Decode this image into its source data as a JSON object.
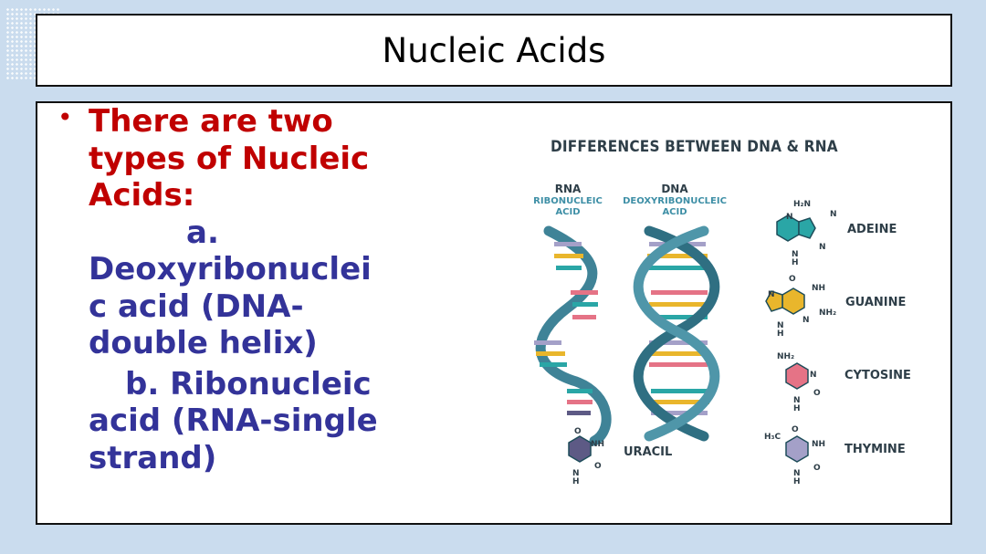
{
  "slide": {
    "title": "Nucleic Acids",
    "bullet": {
      "heading": "There are two types of Nucleic Acids:",
      "item_a_letter": "a.",
      "item_a_text": "Deoxyribonucleic acid (DNA-double helix)",
      "item_b_text": "b. Ribonucleic acid (RNA-single strand)"
    }
  },
  "figure": {
    "title": "DIFFERENCES BETWEEN DNA & RNA",
    "rna_label": "RNA",
    "rna_full": "RIBONUCLEIC ACID",
    "dna_label": "DNA",
    "dna_full": "DEOXYRIBONUCLEIC ACID",
    "bases": [
      "ADEINE",
      "GUANINE",
      "CYTOSINE",
      "THYMINE",
      "URACIL"
    ],
    "colors": {
      "helix": "#3f8397",
      "adenine": "#2aa6a6",
      "guanine": "#e9b62c",
      "cytosine": "#e57386",
      "thymine": "#a4a0c8",
      "uracil": "#5d5a85"
    }
  }
}
